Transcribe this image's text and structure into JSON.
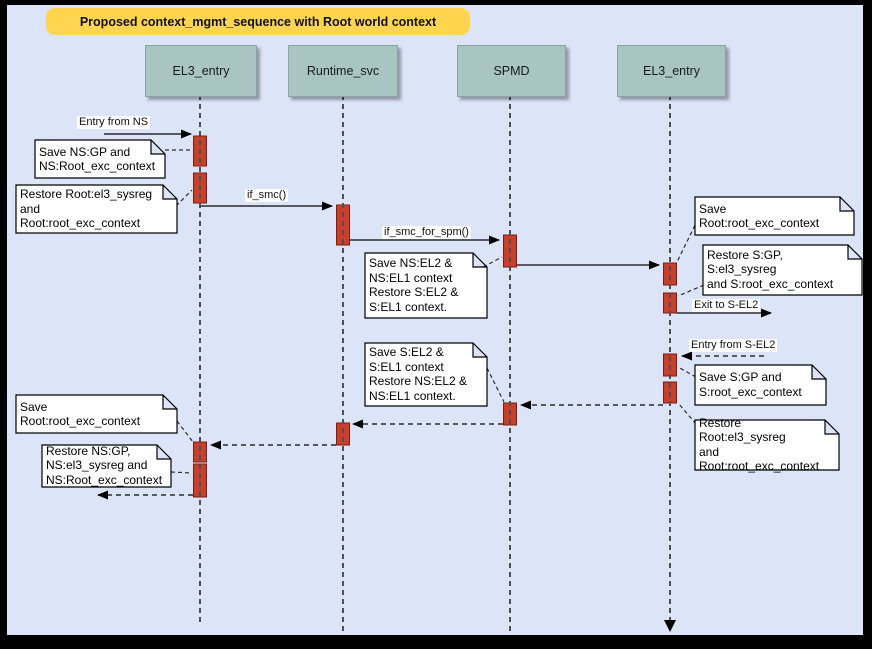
{
  "title": "Proposed context_mgmt_sequence with Root world context",
  "lifelines": [
    {
      "name": "EL3_entry"
    },
    {
      "name": "Runtime_svc"
    },
    {
      "name": "SPMD"
    },
    {
      "name": "EL3_entry"
    }
  ],
  "messages": {
    "entry_from_ns": "Entry from NS",
    "if_smc": "if_smc()",
    "if_smc_for_spm": "if_smc_for_spm()",
    "exit_to_sel2": "Exit to S-EL2",
    "entry_from_sel2": "Entry from S-EL2"
  },
  "notes": {
    "n1": "Save NS:GP and\nNS:Root_exc_context",
    "n2": "Restore Root:el3_sysreg\nand\nRoot:root_exc_context",
    "n3": "Save NS:EL2 &\nNS:EL1 context\nRestore S:EL2 &\nS:EL1 context.",
    "n4": "Save Root:root_exc_context",
    "n5": "Restore S:GP, S:el3_sysreg\nand S:root_exc_context",
    "n6": "Save S:EL2 &\nS:EL1 context\nRestore NS:EL2 &\nNS:EL1 context.",
    "n7": "Save S:GP and\nS:root_exc_context",
    "n8": "Restore Root:el3_sysreg\nand\nRoot:root_exc_context",
    "n9": "Save Root:root_exc_context",
    "n10": "Restore NS:GP,\nNS:el3_sysreg and\nNS:Root_exc_context"
  },
  "colors": {
    "background": "#dce4f8",
    "title_bg": "#ffd54f",
    "lifeline_box": "#a8c5c1",
    "activation_bar": "#c5412e",
    "note_bg": "#ffffff"
  }
}
